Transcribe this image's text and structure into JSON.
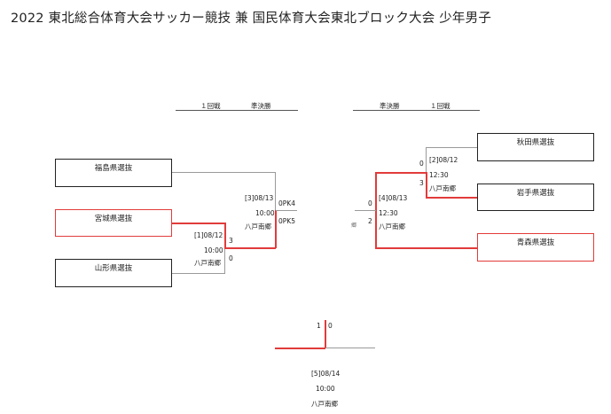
{
  "title": "2022 東北総合体育大会サッカー競技 兼 国民体育大会東北ブロック大会 少年男子",
  "rounds": {
    "left_r1": "１回戦",
    "left_sf": "準決勝",
    "right_sf": "準決勝",
    "right_r1": "１回戦"
  },
  "teams": {
    "fukushima": "福島県選抜",
    "miyagi": "宮城県選抜",
    "yamagata": "山形県選抜",
    "akita": "秋田県選抜",
    "iwate": "岩手県選抜",
    "aomori": "青森県選抜"
  },
  "matches": {
    "m1": {
      "date": "[1]08/12",
      "time": "10:00",
      "venue": "八戸南郷",
      "score_top": "3",
      "score_bottom": "0"
    },
    "m2": {
      "date": "[2]08/12",
      "time": "12:30",
      "venue": "八戸南郷",
      "score_top": "0",
      "score_bottom": "3"
    },
    "m3": {
      "date": "[3]08/13",
      "time": "10:00",
      "venue": "八戸南郷",
      "score_top": "0PK4",
      "score_bottom": "0PK5"
    },
    "m4": {
      "date": "[4]08/13",
      "time": "12:30",
      "venue": "八戸南郷",
      "score_top": "0",
      "score_bottom": "2",
      "stray": "郷"
    },
    "m5": {
      "date": "[5]08/14",
      "time": "10:00",
      "venue": "八戸南郷",
      "score_left": "1",
      "score_right": "0"
    }
  }
}
